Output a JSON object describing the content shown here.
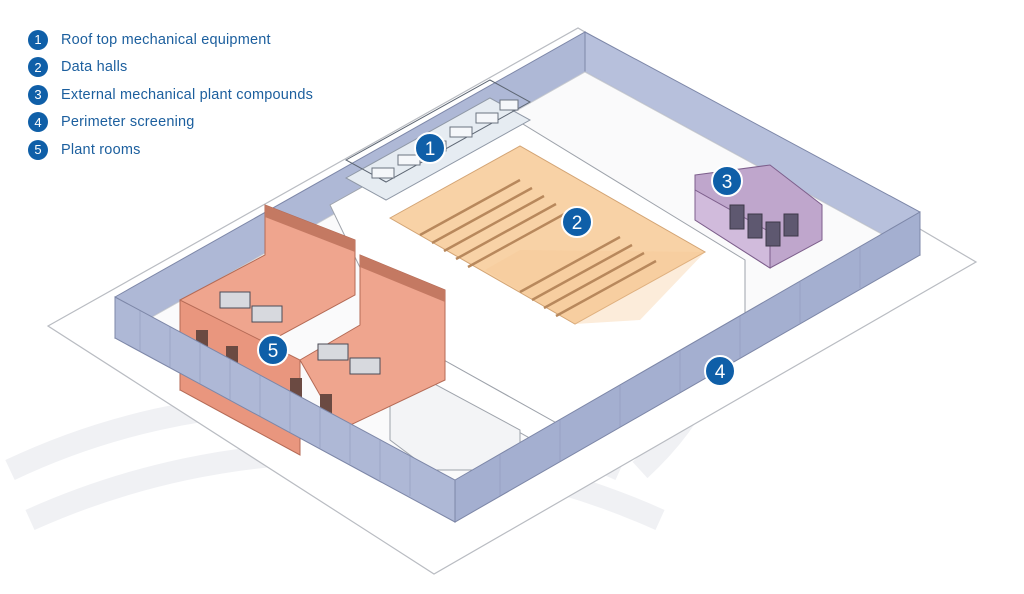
{
  "legend": {
    "items": [
      {
        "number": "1",
        "label": "Roof top mechanical equipment"
      },
      {
        "number": "2",
        "label": "Data halls"
      },
      {
        "number": "3",
        "label": "External mechanical plant compounds"
      },
      {
        "number": "4",
        "label": "Perimeter screening"
      },
      {
        "number": "5",
        "label": "Plant rooms"
      }
    ]
  },
  "callouts": [
    "1",
    "2",
    "3",
    "4",
    "5"
  ],
  "colors": {
    "badge": "#0f5fa8",
    "legend_text": "#1c5f9e",
    "data_hall": "#f8d2a6",
    "plant_room": "#efa58e",
    "plant_compound": "#bfa6cc",
    "screening": "#aeb8d6",
    "rooftop": "#e6ecf2"
  }
}
